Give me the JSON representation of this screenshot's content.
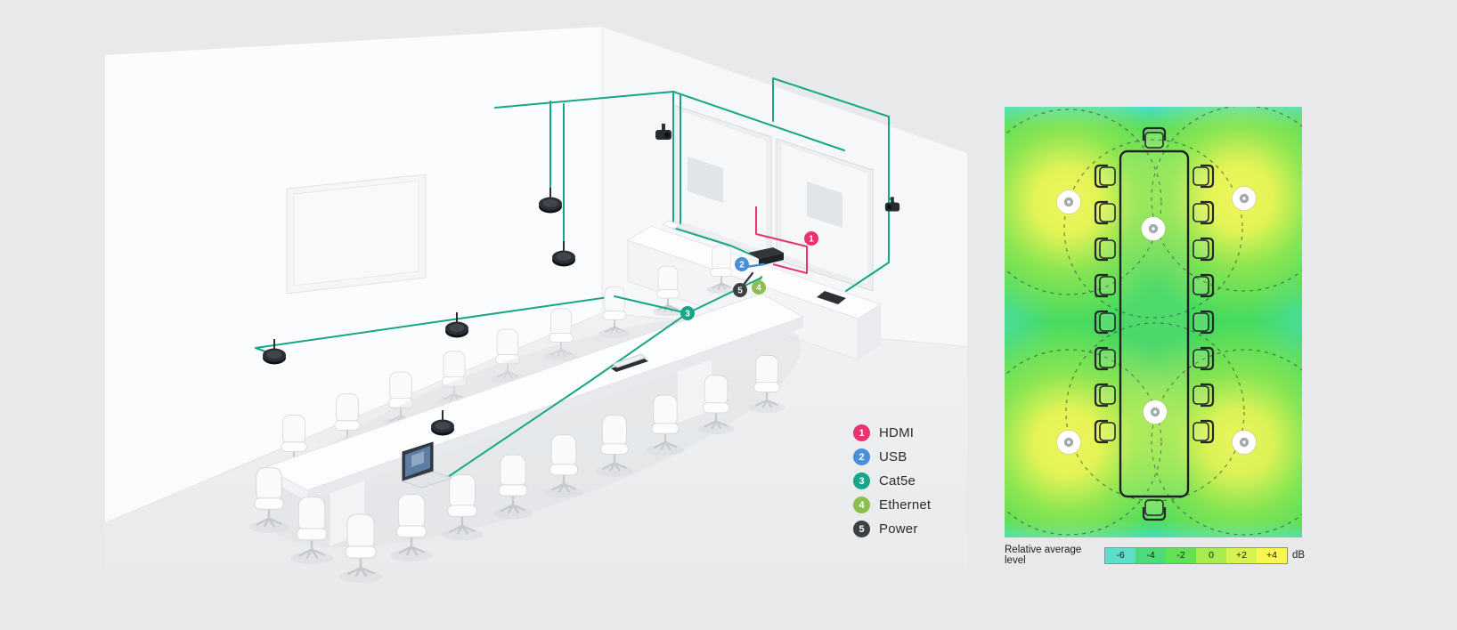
{
  "page": {
    "background": "#e8e9eb"
  },
  "legend": {
    "items": [
      {
        "number": "1",
        "label": "HDMI",
        "color": "#e8336e"
      },
      {
        "number": "2",
        "label": "USB",
        "color": "#4a90d9"
      },
      {
        "number": "3",
        "label": "Cat5e",
        "color": "#17a689"
      },
      {
        "number": "4",
        "label": "Ethernet",
        "color": "#8bc04c"
      },
      {
        "number": "5",
        "label": "Power",
        "color": "#3c3f44"
      }
    ]
  },
  "heatmap": {
    "scale_title": "Relative average level",
    "unit": "dB",
    "scale": [
      {
        "label": "-6",
        "color": "#5eddc9"
      },
      {
        "label": "-4",
        "color": "#4eda78"
      },
      {
        "label": "-2",
        "color": "#63e054"
      },
      {
        "label": "0",
        "color": "#a6ec4f"
      },
      {
        "label": "+2",
        "color": "#d7f351"
      },
      {
        "label": "+4",
        "color": "#f9f64f"
      }
    ]
  }
}
